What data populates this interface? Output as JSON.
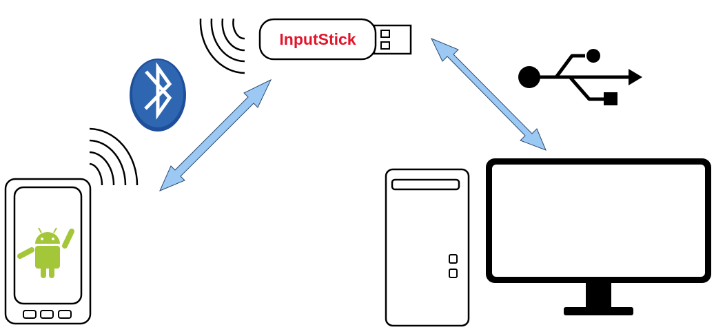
{
  "device_label": "InputStick",
  "colors": {
    "label": "#e3142a",
    "arrow_fill": "#9cc8f4",
    "arrow_stroke": "#2b4a6e",
    "bluetooth_badge": "#2f66b1",
    "android": "#a4c639",
    "outline": "#000000"
  },
  "icons": {
    "bluetooth": "bluetooth-icon",
    "usb": "usb-icon",
    "android": "android-icon",
    "phone": "smartphone",
    "pc": "desktop-tower",
    "monitor": "monitor",
    "signal": "wireless-signal"
  }
}
